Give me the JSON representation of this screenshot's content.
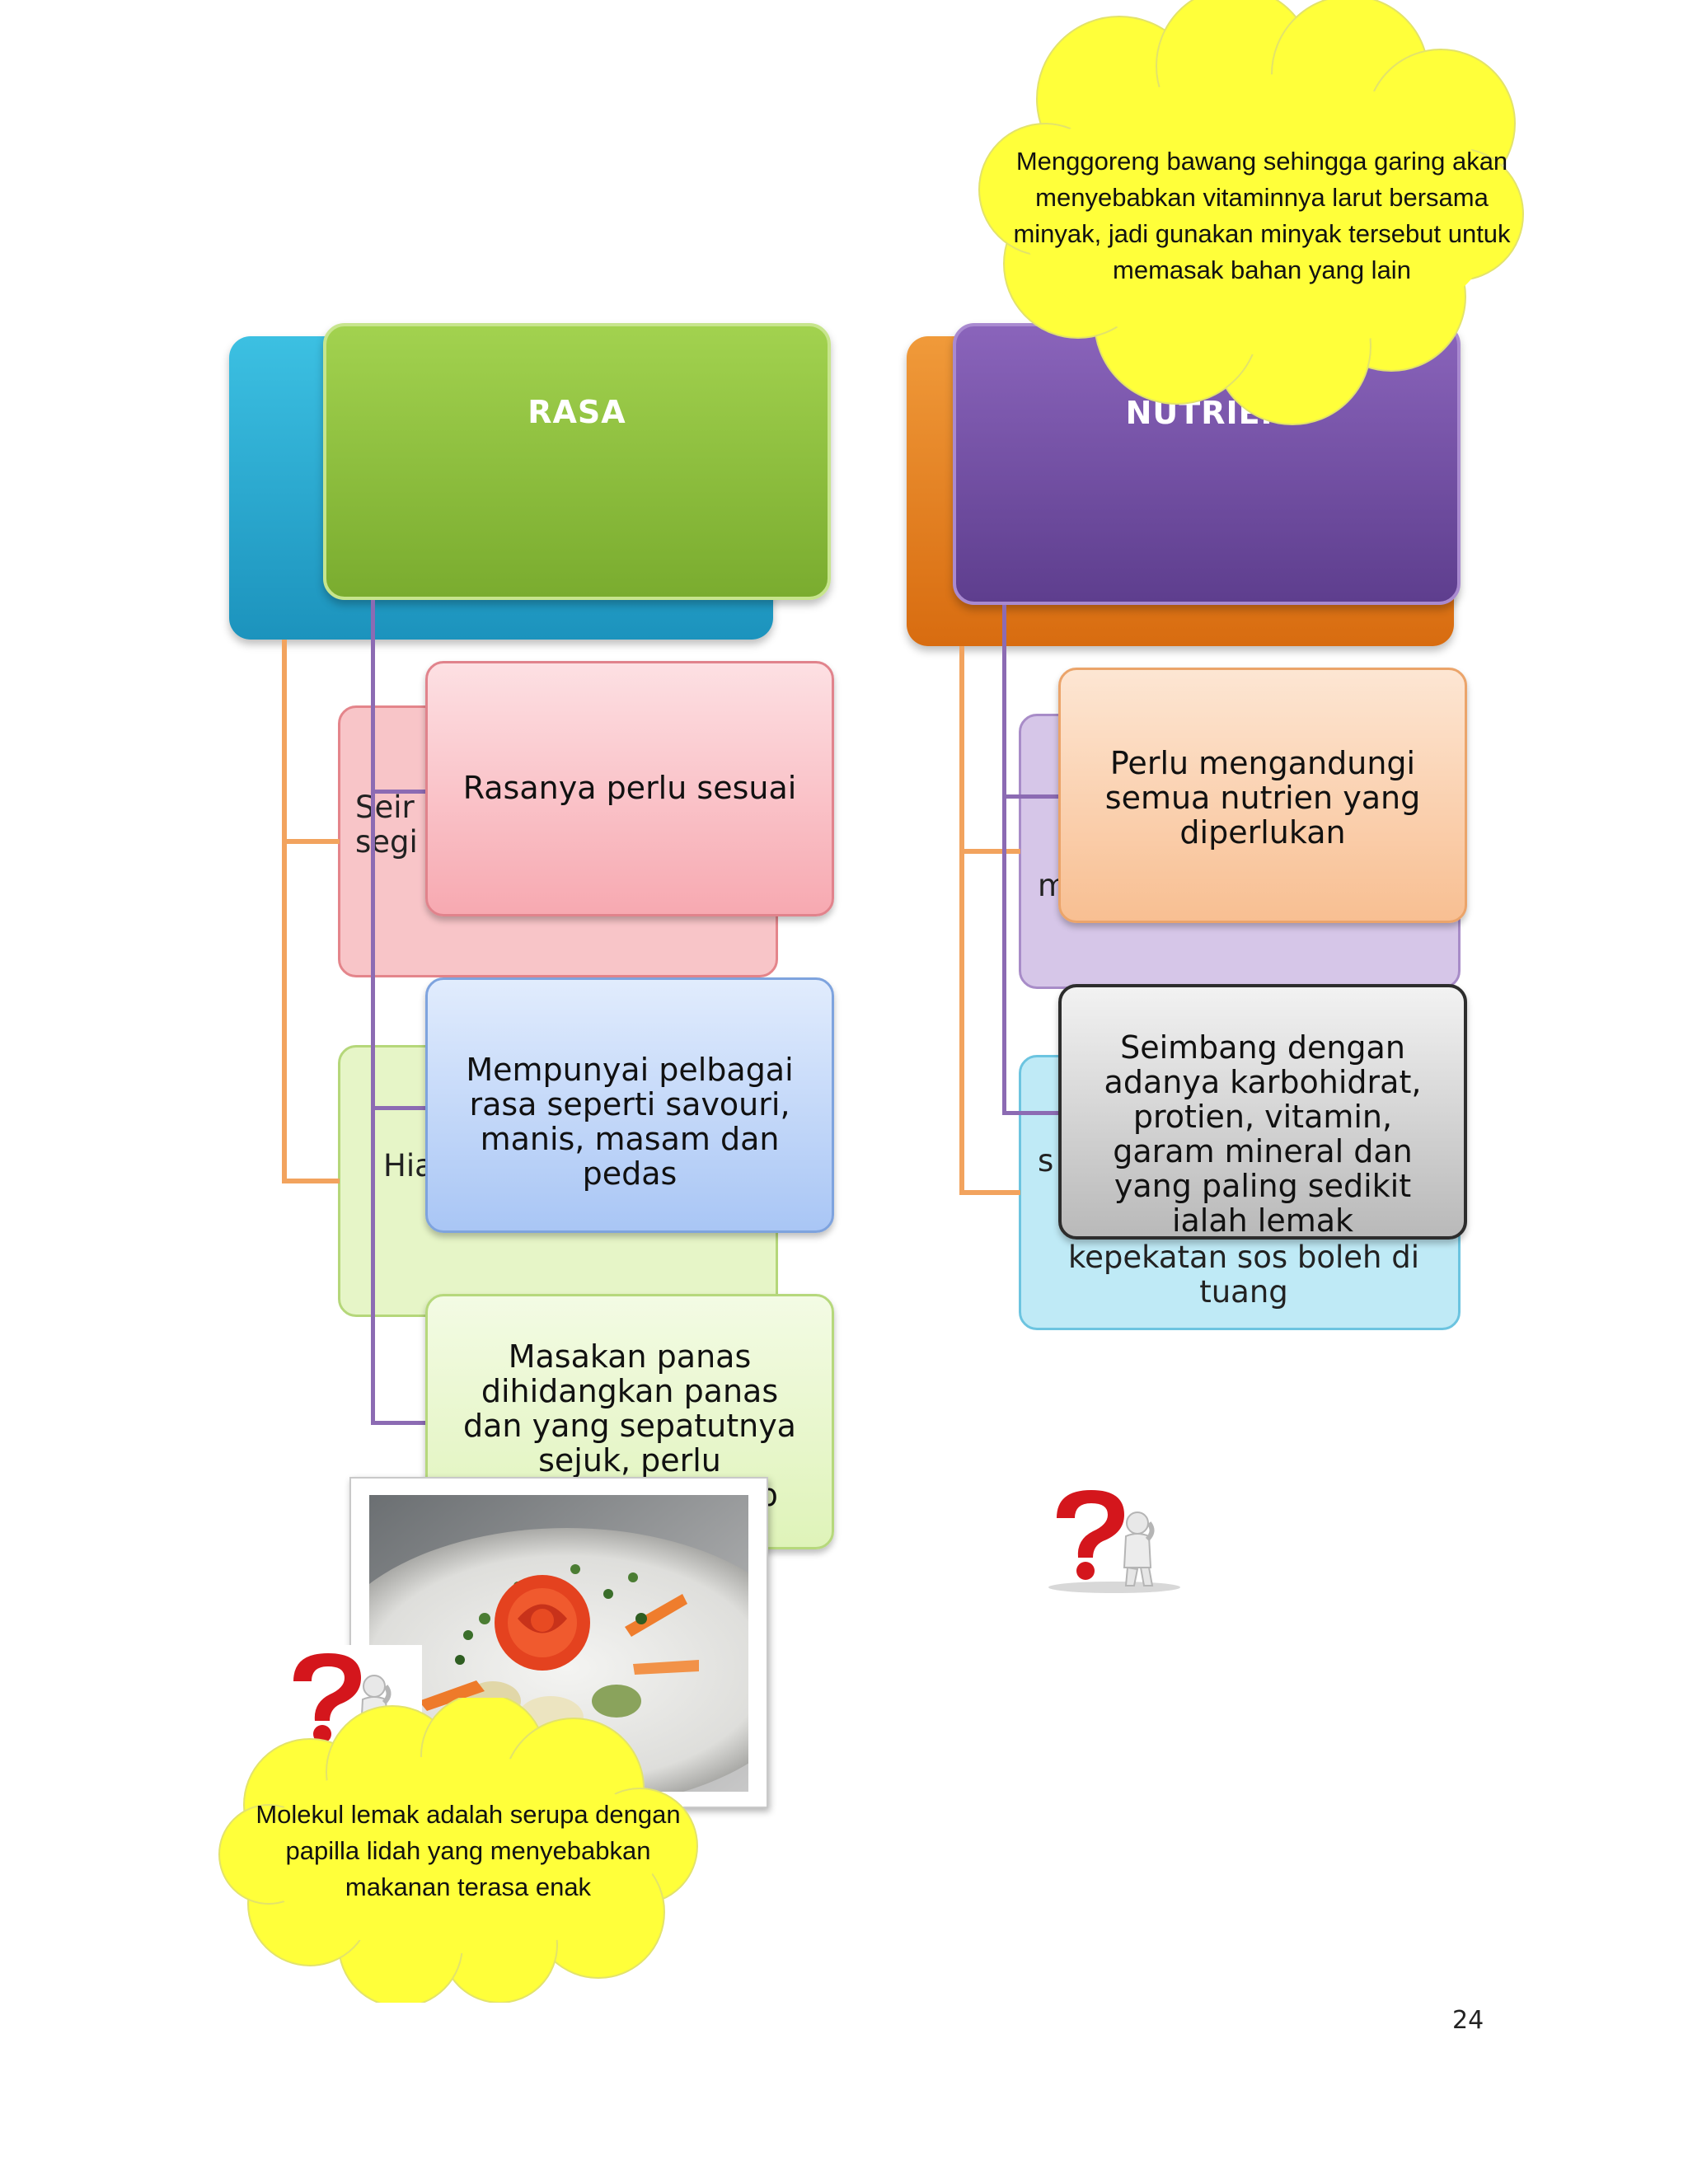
{
  "page_number": "24",
  "left_group": {
    "header_label": "RASA",
    "behind_texts": {
      "upper": "Seir segi",
      "lower": "Hia"
    },
    "boxes": [
      {
        "text": "Rasanya perlu sesuai"
      },
      {
        "text": "Mempunyai pelbagai rasa seperti savouri, manis, masam dan pedas"
      },
      {
        "text": "Masakan panas dihidangkan panas dan yang sepatutnya sejuk, perlu dihidangkan cukup"
      }
    ]
  },
  "right_group": {
    "header_label": "NUTRIEN",
    "behind_texts": {
      "upper": "m",
      "lower_prefix": "s",
      "lower": "kepekatan sos boleh di tuang"
    },
    "boxes": [
      {
        "text": "Perlu mengandungi semua nutrien yang diperlukan"
      },
      {
        "text": "Seimbang dengan adanya karbohidrat, protien, vitamin, garam mineral dan yang paling sedikit ialah lemak"
      }
    ]
  },
  "callouts": {
    "top_right": "Menggoreng bawang sehingga garing akan menyebabkan vitaminnya larut bersama minyak, jadi gunakan minyak tersebut untuk memasak bahan yang lain",
    "bottom_left": "Molekul lemak adalah serupa dengan papilla lidah yang menyebabkan makanan terasa enak"
  },
  "colors": {
    "rasa_header": "#8cbf3f",
    "rasa_back": "#2fb0d6",
    "nutrien_header": "#6e4a9e",
    "nutrien_back": "#e8811f",
    "cloud": "#ffff33"
  }
}
